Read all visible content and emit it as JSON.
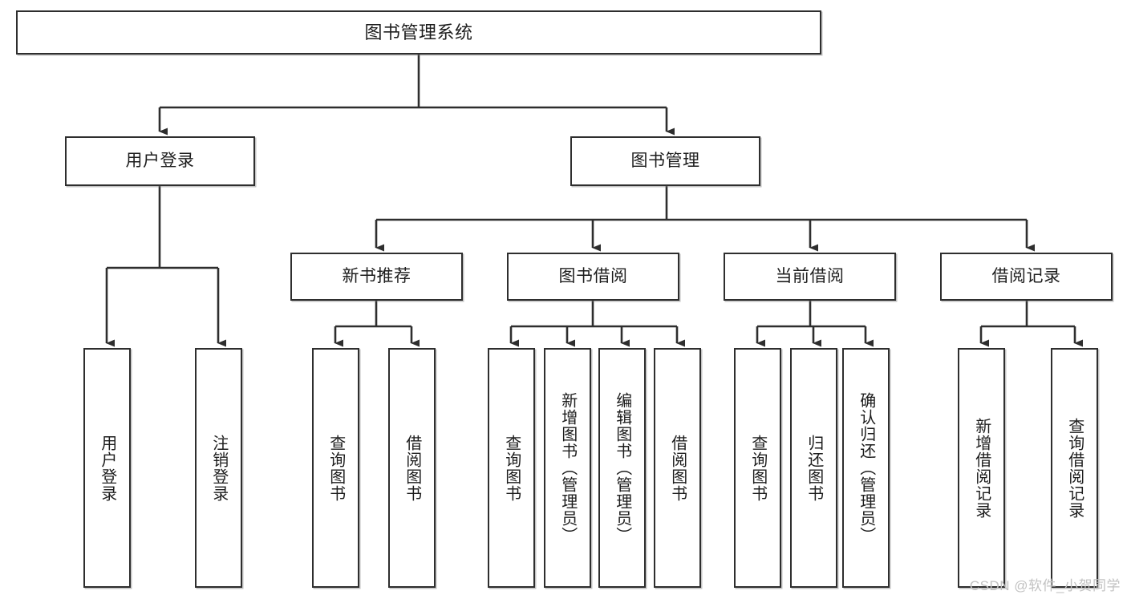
{
  "diagram": {
    "title": "图书管理系统",
    "type": "tree",
    "orientation": "top-down",
    "watermark": "CSDN @软件_小贺同学",
    "colors": {
      "box_border": "#2e2e2e",
      "box_fill": "#ffffff",
      "edge": "#2e2e2e",
      "text": "#1d1d1d",
      "watermark": "#c2c2c2",
      "background": "#ffffff"
    },
    "levels": {
      "root": [
        "图书管理系统"
      ],
      "level2": [
        "用户登录",
        "图书管理"
      ],
      "level3": [
        "新书推荐",
        "图书借阅",
        "当前借阅",
        "借阅记录"
      ],
      "leaves": [
        "用户登录",
        "注销登录",
        "查询图书",
        "借阅图书",
        "查询图书",
        "新增图书（管理员）",
        "编辑图书（管理员）",
        "借阅图书",
        "查询图书",
        "归还图书",
        "确认归还（管理员）",
        "新增借阅记录",
        "查询借阅记录"
      ]
    },
    "nodes": {
      "root": {
        "label": "图书管理系统"
      },
      "user_login": {
        "label": "用户登录"
      },
      "book_manage": {
        "label": "图书管理"
      },
      "new_book_rec": {
        "label": "新书推荐"
      },
      "book_borrow": {
        "label": "图书借阅"
      },
      "current_borrow": {
        "label": "当前借阅"
      },
      "borrow_record": {
        "label": "借阅记录"
      },
      "leaf_user_login": {
        "label": "用户登录"
      },
      "leaf_logout": {
        "label": "注销登录"
      },
      "leaf_query_book_1": {
        "label": "查询图书"
      },
      "leaf_borrow_book_1": {
        "label": "借阅图书"
      },
      "leaf_query_book_2": {
        "label": "查询图书"
      },
      "leaf_add_book": {
        "label": "新增图书（管理员）"
      },
      "leaf_edit_book": {
        "label": "编辑图书（管理员）"
      },
      "leaf_borrow_book_2": {
        "label": "借阅图书"
      },
      "leaf_query_book_3": {
        "label": "查询图书"
      },
      "leaf_return_book": {
        "label": "归还图书"
      },
      "leaf_confirm_return": {
        "label": "确认归还（管理员）"
      },
      "leaf_add_record": {
        "label": "新增借阅记录"
      },
      "leaf_query_record": {
        "label": "查询借阅记录"
      }
    },
    "edges": [
      {
        "from": "root",
        "to": "user_login"
      },
      {
        "from": "root",
        "to": "book_manage"
      },
      {
        "from": "user_login",
        "to": "leaf_user_login"
      },
      {
        "from": "user_login",
        "to": "leaf_logout"
      },
      {
        "from": "book_manage",
        "to": "new_book_rec"
      },
      {
        "from": "book_manage",
        "to": "book_borrow"
      },
      {
        "from": "book_manage",
        "to": "current_borrow"
      },
      {
        "from": "book_manage",
        "to": "borrow_record"
      },
      {
        "from": "new_book_rec",
        "to": "leaf_query_book_1"
      },
      {
        "from": "new_book_rec",
        "to": "leaf_borrow_book_1"
      },
      {
        "from": "book_borrow",
        "to": "leaf_query_book_2"
      },
      {
        "from": "book_borrow",
        "to": "leaf_add_book"
      },
      {
        "from": "book_borrow",
        "to": "leaf_edit_book"
      },
      {
        "from": "book_borrow",
        "to": "leaf_borrow_book_2"
      },
      {
        "from": "current_borrow",
        "to": "leaf_query_book_3"
      },
      {
        "from": "current_borrow",
        "to": "leaf_return_book"
      },
      {
        "from": "current_borrow",
        "to": "leaf_confirm_return"
      },
      {
        "from": "borrow_record",
        "to": "leaf_add_record"
      },
      {
        "from": "borrow_record",
        "to": "leaf_query_record"
      }
    ]
  }
}
